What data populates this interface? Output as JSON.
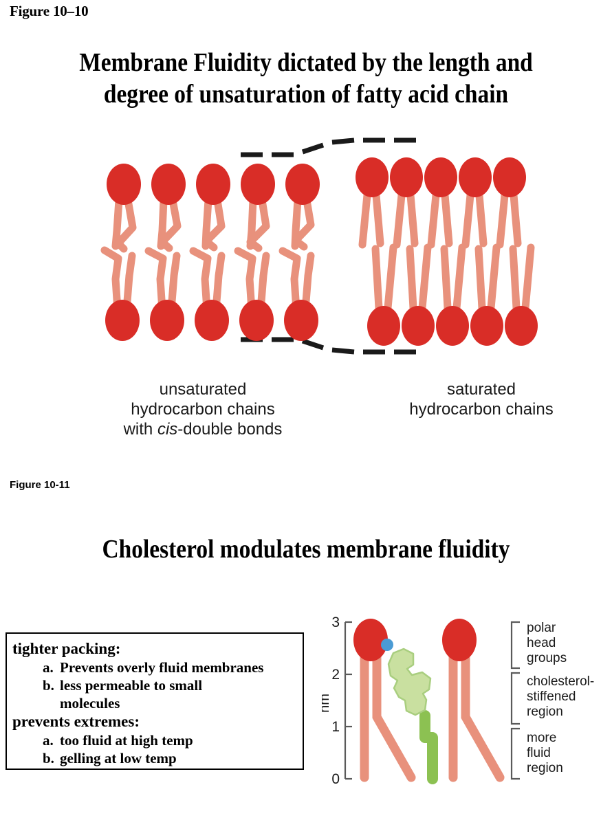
{
  "figure_10_10": {
    "figure_label": "Figure 10–10",
    "title": "Membrane Fluidity dictated by the length and degree of unsaturation of fatty acid chain",
    "title_line_1": "Membrane Fluidity dictated by the length and",
    "title_line_2": "degree of unsaturation of fatty acid chain",
    "panels": [
      {
        "name": "unsaturated",
        "caption_line_1": "unsaturated",
        "caption_line_2": "hydrocarbon chains",
        "caption_line_3_pre": "with ",
        "caption_line_3_italic": "cis",
        "caption_line_3_post": "-double bonds",
        "lipid_count_per_leaflet": 5,
        "tail_style": "kinked"
      },
      {
        "name": "saturated",
        "caption_line_1": "saturated",
        "caption_line_2": "hydrocarbon chains",
        "lipid_count_per_leaflet": 5,
        "tail_style": "straight"
      }
    ],
    "colors": {
      "head_red": "#d92d27",
      "tail_salmon": "#e8917c",
      "dash_black": "#1a1a1a"
    }
  },
  "figure_10_11": {
    "figure_label": "Figure 10-11",
    "title": "Cholesterol modulates membrane fluidity",
    "facts_box": {
      "heading_1": "tighter packing:",
      "items_1": [
        {
          "marker": "a.",
          "text": "Prevents overly fluid membranes"
        },
        {
          "marker": "b.",
          "text": "less permeable to small"
        }
      ],
      "item_1b_continuation": "molecules",
      "heading_2": "prevents extremes:",
      "items_2": [
        {
          "marker": "a.",
          "text": "too fluid at high temp"
        },
        {
          "marker": "b.",
          "text": "gelling at low temp"
        }
      ]
    },
    "diagram": {
      "axis_label": "nm",
      "axis_ticks": [
        "3",
        "2",
        "1",
        "0"
      ],
      "axis_min": 0,
      "axis_max": 3,
      "brackets": [
        {
          "id": "polar-head-groups",
          "lines": [
            "polar",
            "head",
            "groups"
          ],
          "range_nm": [
            2.2,
            3.0
          ]
        },
        {
          "id": "cholesterol-stiffened-region",
          "lines": [
            "cholesterol-",
            "stiffened",
            "region"
          ],
          "range_nm": [
            1.1,
            2.2
          ]
        },
        {
          "id": "more-fluid-region",
          "lines": [
            "more",
            "fluid",
            "region"
          ],
          "range_nm": [
            0.0,
            1.1
          ]
        }
      ],
      "colors": {
        "head_red": "#d92d27",
        "tail_salmon": "#e8917c",
        "cholesterol_ring": "#c9e0a0",
        "cholesterol_ring_stroke": "#a9ce7f",
        "cholesterol_tail": "#8cc152",
        "hydroxyl_blue": "#4a9bd4",
        "axis_gray": "#5a5a5a"
      },
      "molecules": [
        "phospholipid",
        "cholesterol",
        "phospholipid"
      ]
    }
  }
}
